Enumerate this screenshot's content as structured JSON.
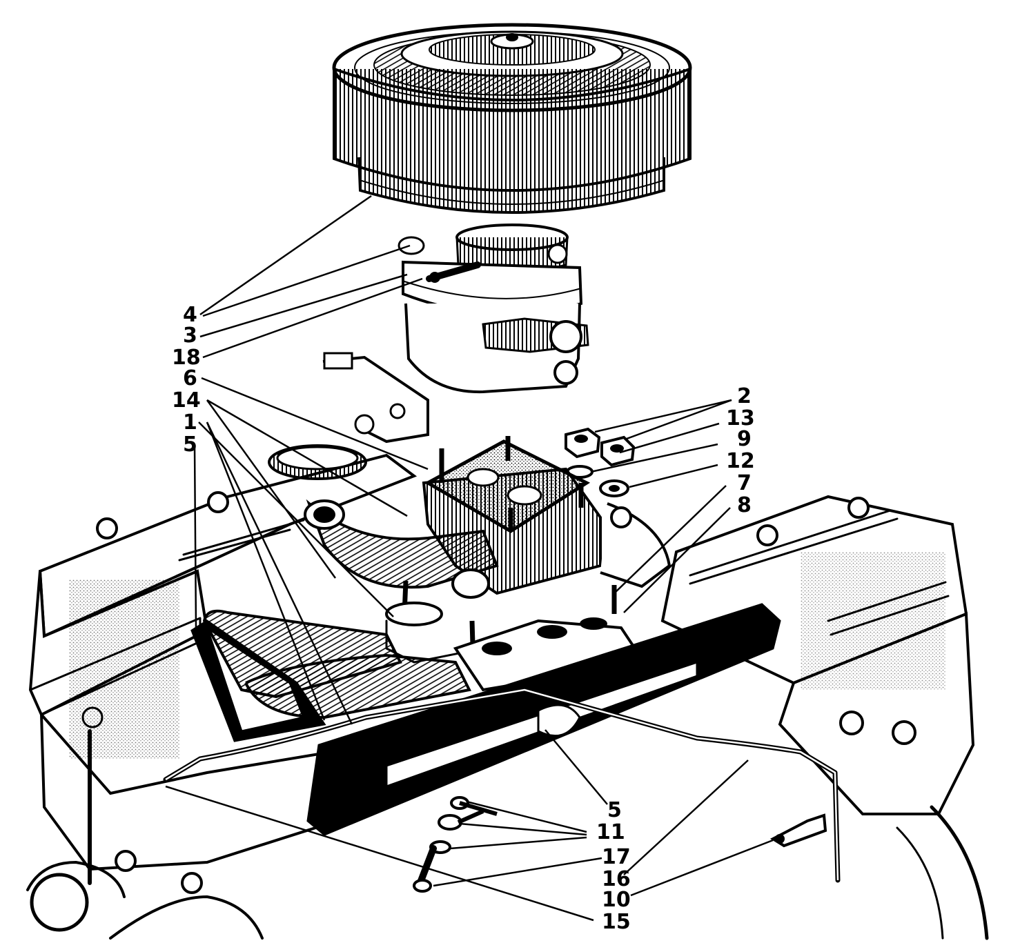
{
  "colors": {
    "ink": "#000000",
    "paper": "#ffffff"
  },
  "callouts": {
    "c4": "4",
    "c3": "3",
    "c18": "18",
    "c6": "6",
    "c14": "14",
    "c1": "1",
    "c5_left": "5",
    "c2": "2",
    "c13": "13",
    "c9": "9",
    "c12": "12",
    "c7": "7",
    "c8": "8",
    "c5_bottom": "5",
    "c11": "11",
    "c17": "17",
    "c16": "16",
    "c10": "10",
    "c15": "15"
  }
}
